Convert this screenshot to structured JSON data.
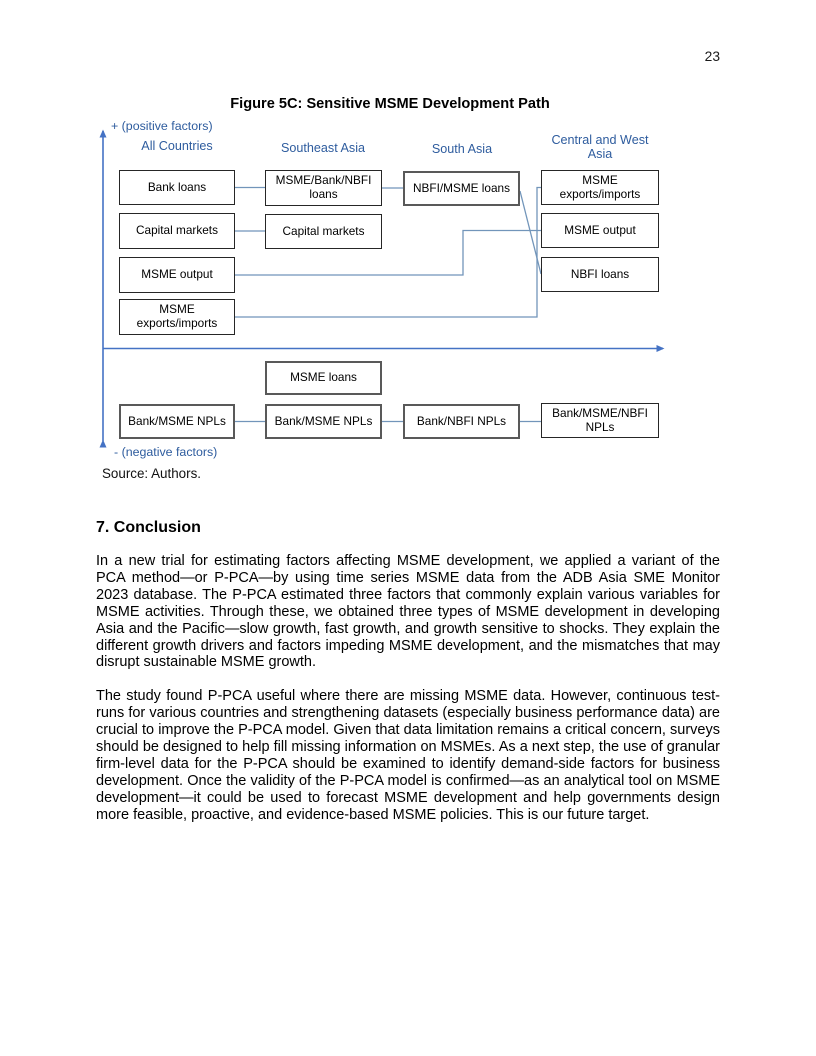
{
  "page": {
    "number": "23"
  },
  "figure": {
    "title": "Figure 5C: Sensitive MSME Development Path",
    "axis": {
      "positive": "+ (positive factors)",
      "negative": "- (negative factors)"
    },
    "columns": [
      {
        "header": "All Countries",
        "boxes": [
          "Bank loans",
          "Capital markets",
          "MSME output",
          "MSME exports/imports",
          "Bank/MSME NPLs"
        ]
      },
      {
        "header": "Southeast Asia",
        "boxes": [
          "MSME/Bank/NBFI loans",
          "Capital markets",
          "MSME loans",
          "Bank/MSME NPLs"
        ]
      },
      {
        "header": "South Asia",
        "boxes": [
          "NBFI/MSME loans",
          "Bank/NBFI NPLs"
        ]
      },
      {
        "header": "Central and West Asia",
        "boxes": [
          "MSME exports/imports",
          "MSME output",
          "NBFI loans",
          "Bank/MSME/NBFI NPLs"
        ]
      }
    ],
    "connections": [
      {
        "from": "All Countries: Bank loans",
        "to": "Southeast Asia: MSME/Bank/NBFI loans"
      },
      {
        "from": "Southeast Asia: MSME/Bank/NBFI loans",
        "to": "South Asia: NBFI/MSME loans"
      },
      {
        "from": "South Asia: NBFI/MSME loans",
        "to": "Central and West Asia: NBFI loans"
      },
      {
        "from": "All Countries: Capital markets",
        "to": "Southeast Asia: Capital markets"
      },
      {
        "from": "All Countries: MSME output",
        "to": "Central and West Asia: MSME output"
      },
      {
        "from": "All Countries: MSME exports/imports",
        "to": "Central and West Asia: MSME exports/imports"
      },
      {
        "from": "All Countries: Bank/MSME NPLs",
        "to": "Southeast Asia: Bank/MSME NPLs"
      },
      {
        "from": "Southeast Asia: Bank/MSME NPLs",
        "to": "South Asia: Bank/NBFI NPLs"
      },
      {
        "from": "South Asia: Bank/NBFI NPLs",
        "to": "Central and West Asia: Bank/MSME/NBFI NPLs"
      }
    ],
    "source": "Source: Authors.",
    "colors": {
      "header_text": "#2E5C9E",
      "axis_arrow": "#4472C4",
      "connector": "#7295BA",
      "box_border": "#262626"
    }
  },
  "conclusion": {
    "heading": "7. Conclusion",
    "paragraphs": [
      "In a new trial for estimating factors affecting MSME development, we applied a variant of the PCA method—or P-PCA—by using time series MSME data from the ADB Asia SME Monitor 2023 database. The P-PCA estimated three factors that commonly explain various variables for MSME activities. Through these, we obtained three types of MSME development in developing Asia and the Pacific—slow growth, fast growth, and growth sensitive to shocks. They explain the different growth drivers and factors impeding MSME development, and the mismatches that may disrupt sustainable MSME growth.",
      "The study found P-PCA useful where there are missing MSME data. However, continuous test-runs for various countries and strengthening datasets (especially business performance data) are crucial to improve the P-PCA model. Given that data limitation remains a critical concern, surveys should be designed to help fill missing information on MSMEs. As a next step, the use of granular firm-level data for the P-PCA should be examined to identify demand-side factors for business development. Once the validity of the P-PCA model is confirmed—as an analytical tool on MSME development—it could be used to forecast MSME development and help governments design more feasible, proactive, and evidence-based MSME policies. This is our future target."
    ]
  }
}
